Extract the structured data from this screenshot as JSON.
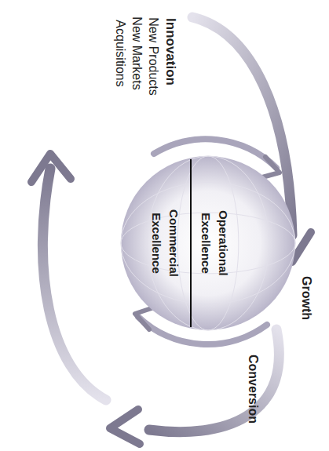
{
  "diagram": {
    "nodes": [
      {
        "text": [
          "Operational Excellence",
          "Commercial Excellence"
        ]
      }
    ],
    "labels": [
      "Innovation",
      "New Products",
      "New Markets",
      "Acquisitions",
      "Growth",
      "Conversion"
    ]
  }
}
